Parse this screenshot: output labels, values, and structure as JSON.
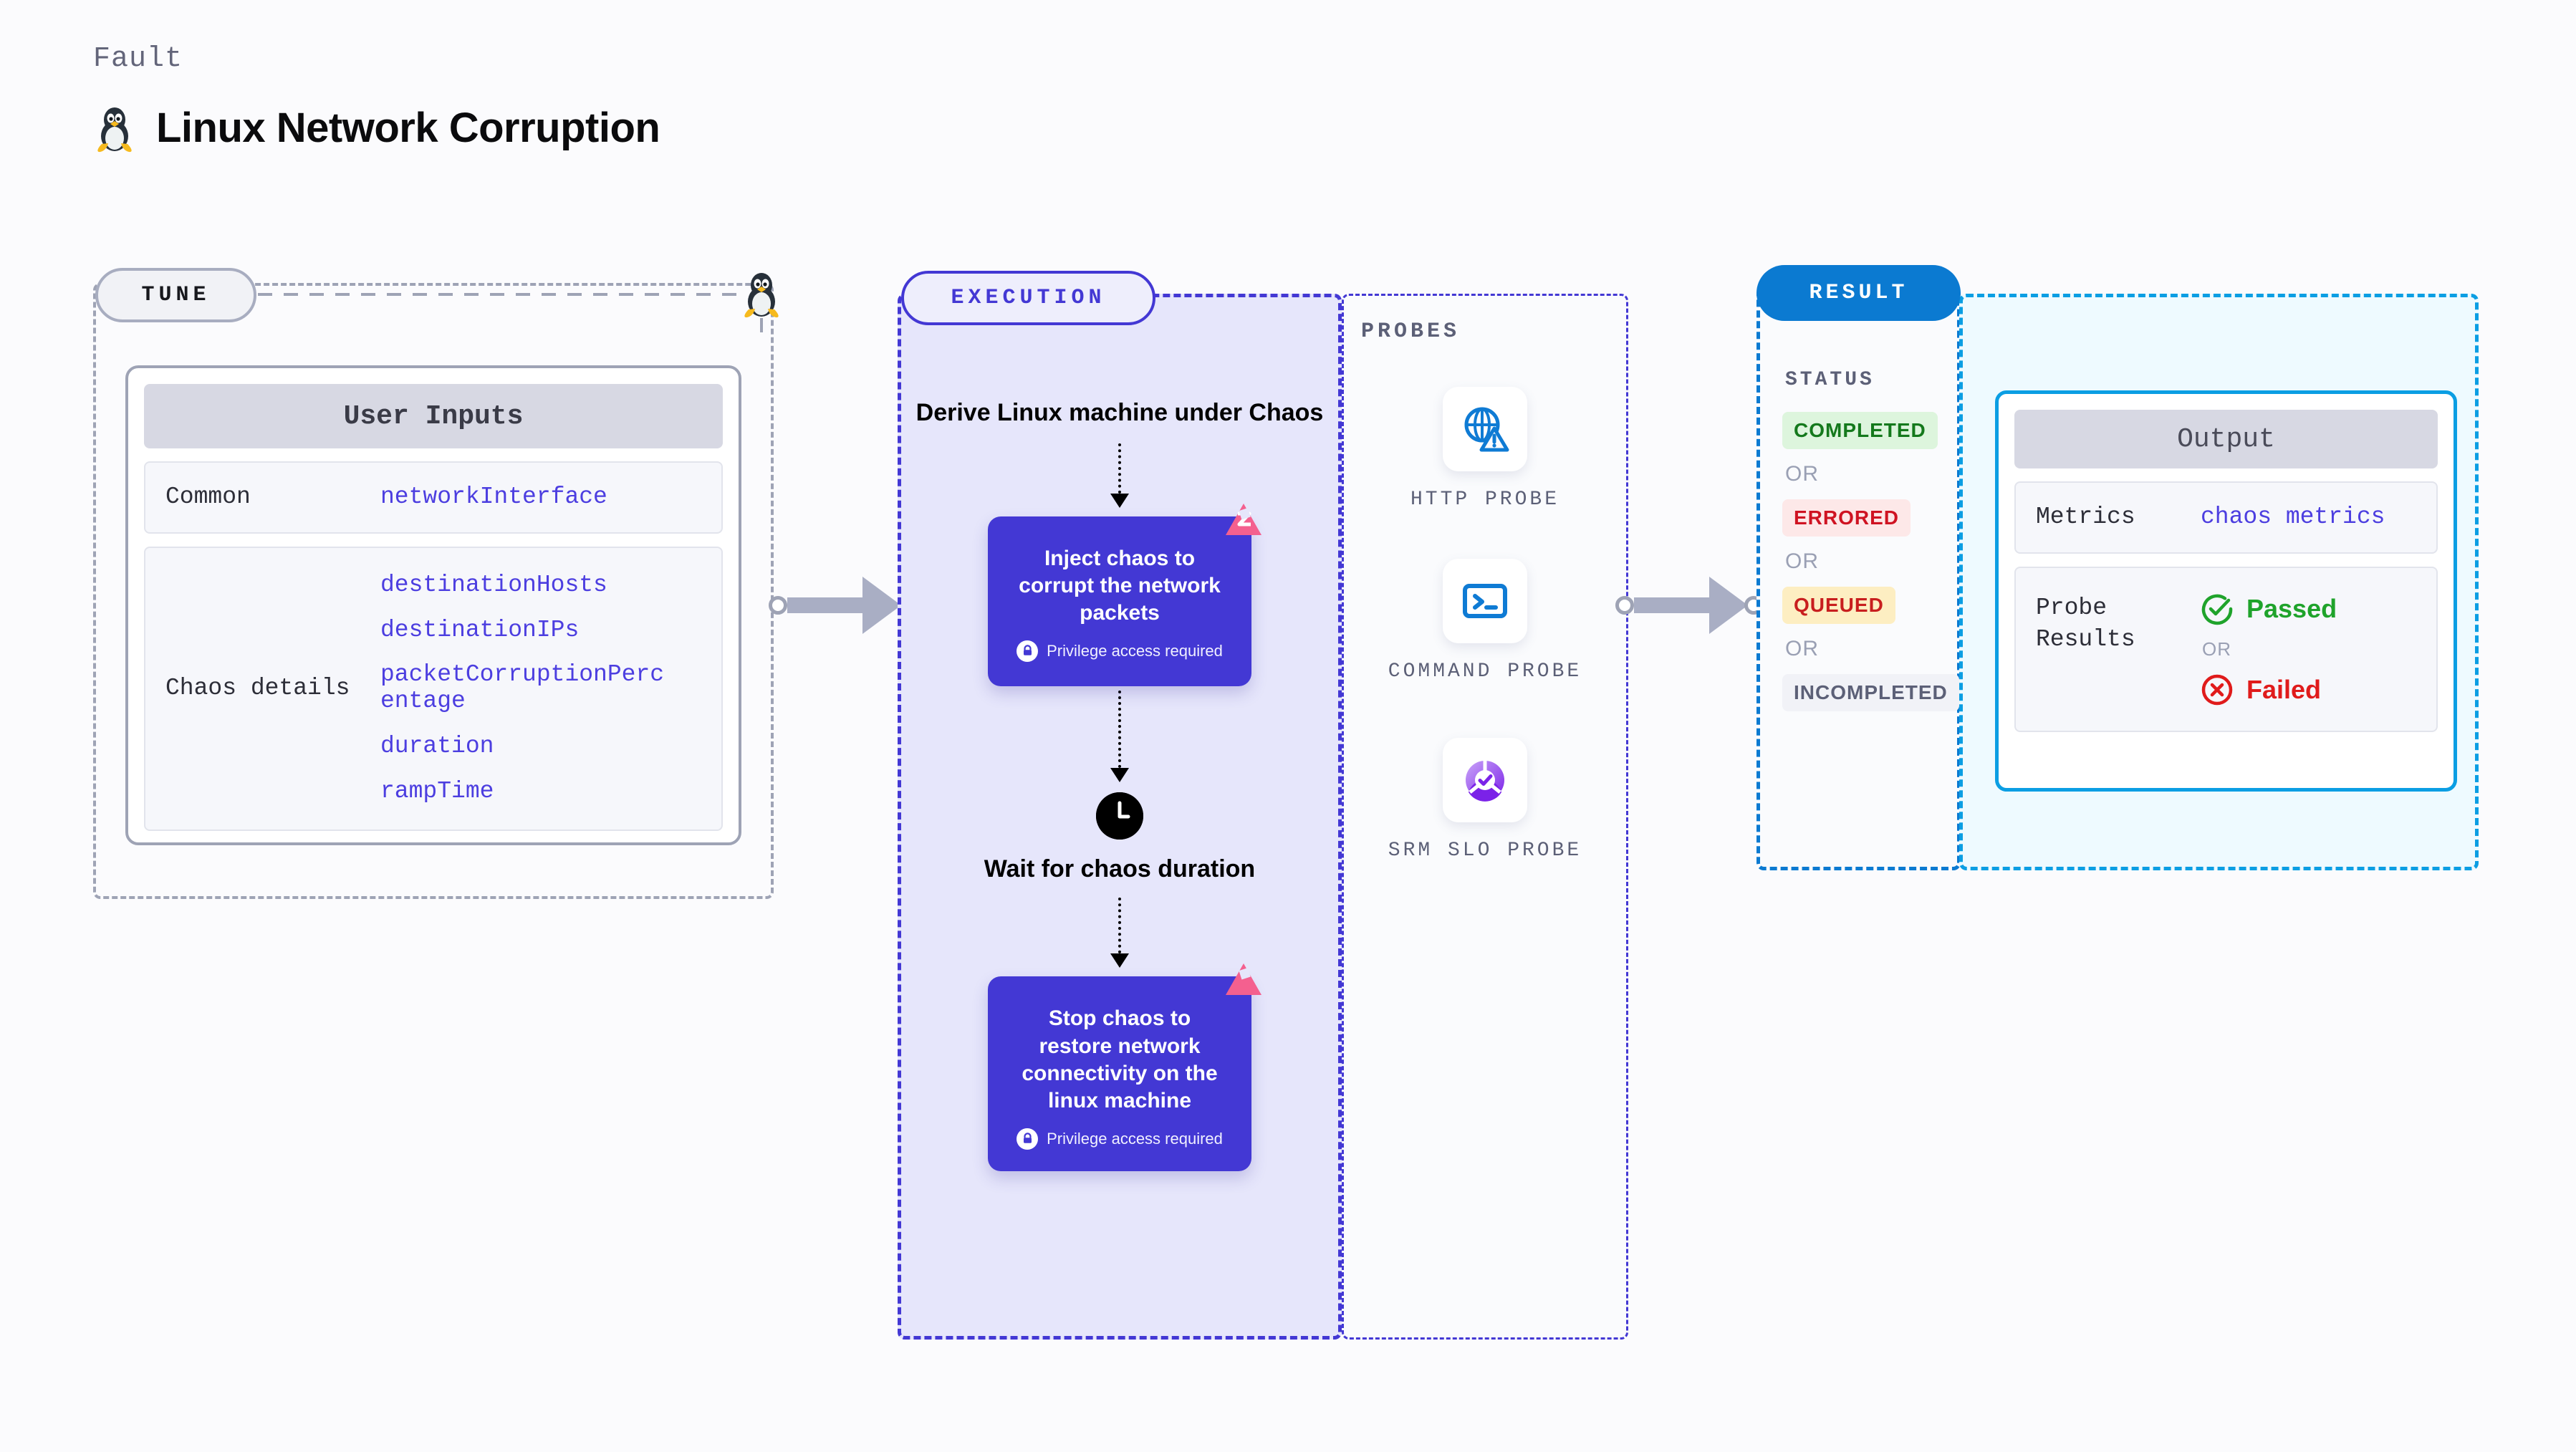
{
  "header": {
    "kicker": "Fault",
    "title": "Linux Network Corruption",
    "icon": "linux-penguin-icon"
  },
  "tune": {
    "badge": "TUNE",
    "card_title": "User Inputs",
    "rows": [
      {
        "key": "Common",
        "values": [
          "networkInterface"
        ]
      },
      {
        "key": "Chaos details",
        "values": [
          "destinationHosts",
          "destinationIPs",
          "packetCorruptionPercentage",
          "duration",
          "rampTime"
        ]
      }
    ]
  },
  "execution": {
    "badge": "EXECUTION",
    "step_derive": "Derive Linux machine under Chaos",
    "step_inject": {
      "title": "Inject chaos to corrupt the network packets",
      "privilege": "Privilege access required"
    },
    "step_wait": "Wait for chaos duration",
    "step_stop": {
      "title": "Stop chaos to restore network connectivity on the linux machine",
      "privilege": "Privilege access required"
    }
  },
  "probes": {
    "label": "PROBES",
    "items": [
      {
        "icon": "globe-warning-icon",
        "caption": "HTTP PROBE"
      },
      {
        "icon": "terminal-prompt-icon",
        "caption": "COMMAND PROBE"
      },
      {
        "icon": "slo-check-icon",
        "caption": "SRM SLO PROBE"
      }
    ]
  },
  "result": {
    "badge": "RESULT",
    "status_label": "STATUS",
    "or_text": "OR",
    "statuses": [
      {
        "label": "COMPLETED",
        "color": "#14791c",
        "bg": "#ddf5dd"
      },
      {
        "label": "ERRORED",
        "color": "#cf1322",
        "bg": "#fde8e8"
      },
      {
        "label": "QUEUED",
        "color": "#c81e1e",
        "bg": "#fdeec2"
      },
      {
        "label": "INCOMPLETED",
        "color": "#5c6077",
        "bg": "#f1f2f7"
      }
    ],
    "output": {
      "card_title": "Output",
      "metrics_key": "Metrics",
      "metrics_value": "chaos metrics",
      "probe_results_key": "Probe Results",
      "passed": "Passed",
      "failed": "Failed",
      "or_text": "OR",
      "passed_color": "#1fa32b",
      "failed_color": "#e01b1b"
    }
  },
  "colors": {
    "accent_purple": "#4338d4",
    "accent_blue": "#0b7ad1",
    "accent_cyan": "#0b9ee3",
    "link_purple": "#4c3ee0",
    "pink": "#f4608f"
  }
}
